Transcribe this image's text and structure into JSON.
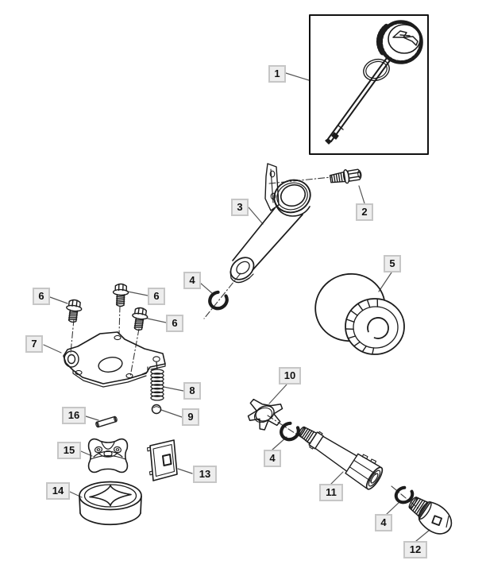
{
  "diagram": {
    "type": "exploded-parts-diagram",
    "colors": {
      "background": "#ffffff",
      "line_art": "#1c1c1c",
      "callout_fill": "#ededed",
      "callout_border": "#c6c6c6",
      "callout_text": "#111111",
      "leader_line": "#555555"
    },
    "callouts": [
      {
        "label": "1"
      },
      {
        "label": "2"
      },
      {
        "label": "3"
      },
      {
        "label": "4"
      },
      {
        "label": "5"
      },
      {
        "label": "6"
      },
      {
        "label": "6"
      },
      {
        "label": "6"
      },
      {
        "label": "7"
      },
      {
        "label": "8"
      },
      {
        "label": "9"
      },
      {
        "label": "10"
      },
      {
        "label": "4"
      },
      {
        "label": "11"
      },
      {
        "label": "4"
      },
      {
        "label": "12"
      },
      {
        "label": "13"
      },
      {
        "label": "14"
      },
      {
        "label": "15"
      },
      {
        "label": "16"
      }
    ]
  }
}
